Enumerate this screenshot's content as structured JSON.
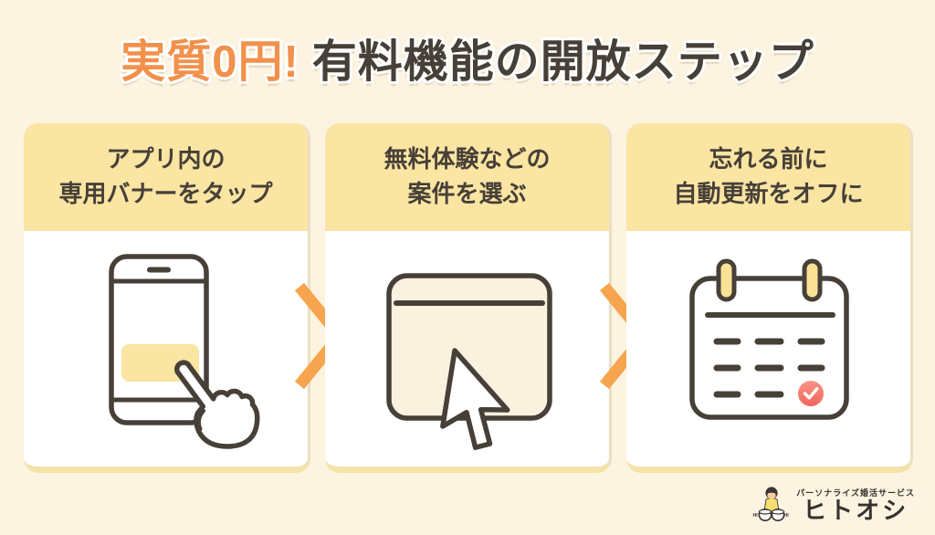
{
  "colors": {
    "background": "#FCF3E0",
    "header_yellow": "#FBE5A3",
    "title_highlight_orange": "#F2914B",
    "dark_text": "#474038",
    "arrow_orange": "#F7A44E",
    "banner_yellow": "#FBE5A3",
    "check_red_top": "#FA9488",
    "check_red_bottom": "#F2655C"
  },
  "title": {
    "highlight": "実質0円!",
    "main": "有料機能の開放ステップ"
  },
  "steps": [
    {
      "line1": "アプリ内の",
      "line2": "専用バナーをタップ",
      "icon": "smartphone-banner-tap"
    },
    {
      "line1": "無料体験などの",
      "line2": "案件を選ぶ",
      "icon": "browser-select-click"
    },
    {
      "line1": "忘れる前に",
      "line2": "自動更新をオフに",
      "icon": "calendar-autorenew-off-check"
    }
  ],
  "logo": {
    "tagline": "パーソナライズ婚活サービス",
    "brand": "ヒトオシ",
    "mascot_left": "HIT",
    "mascot_right": "SHI"
  }
}
